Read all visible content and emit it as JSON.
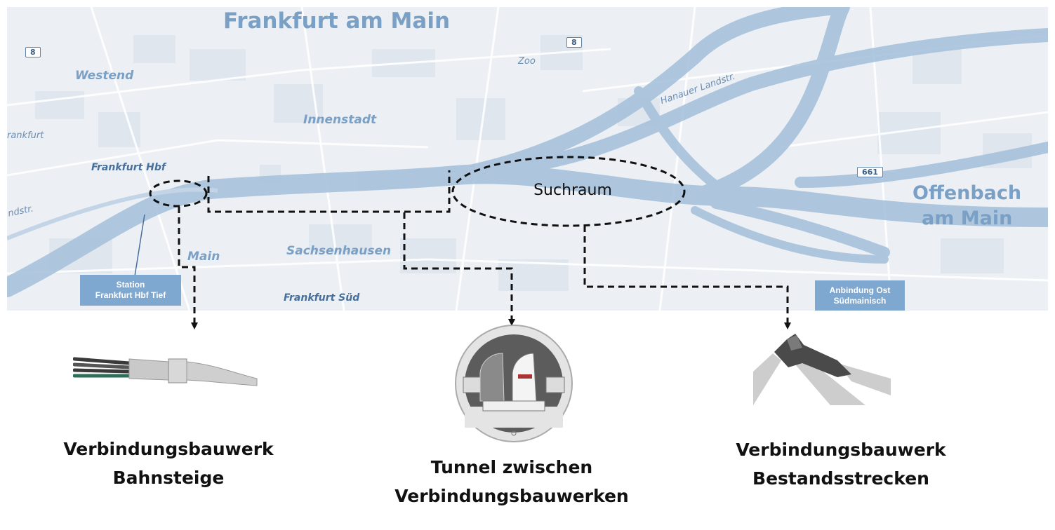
{
  "map": {
    "city_title": "Frankfurt am Main",
    "city_right_line1": "Offenbach",
    "city_right_line2": "am Main",
    "districts": {
      "westend": "Westend",
      "innenstadt": "Innenstadt",
      "sachsenhausen": "Sachsenhausen",
      "main": "Main"
    },
    "stations": {
      "hbf": "Frankfurt Hbf",
      "sued": "Frankfurt Süd"
    },
    "small_labels": {
      "zoo": "Zoo",
      "hanauer": "Hanauer Landstr.",
      "frankfurt_left": "rankfurt",
      "landstr_left": "ndstr."
    },
    "road_shields": {
      "shield_1": "8",
      "shield_2": "8",
      "shield_3": "661"
    },
    "callouts": {
      "station_tief_line1": "Station",
      "station_tief_line2": "Frankfurt Hbf Tief",
      "anbindung_line1": "Anbindung Ost",
      "anbindung_line2": "Südmainisch"
    },
    "search_area_label": "Suchraum",
    "colors": {
      "map_background": "#ecf0f4",
      "track_band": "#a7c2dc",
      "label_blue": "#7aa0c6",
      "callout_blue": "#7ea8d0"
    }
  },
  "captions": {
    "left_line1": "Verbindungsbauwerk",
    "left_line2": "Bahnsteige",
    "center_line1": "Tunnel zwischen",
    "center_line2": "Verbindungsbauwerken",
    "right_line1": "Verbindungsbauwerk",
    "right_line2": "Bestandsstrecken"
  }
}
